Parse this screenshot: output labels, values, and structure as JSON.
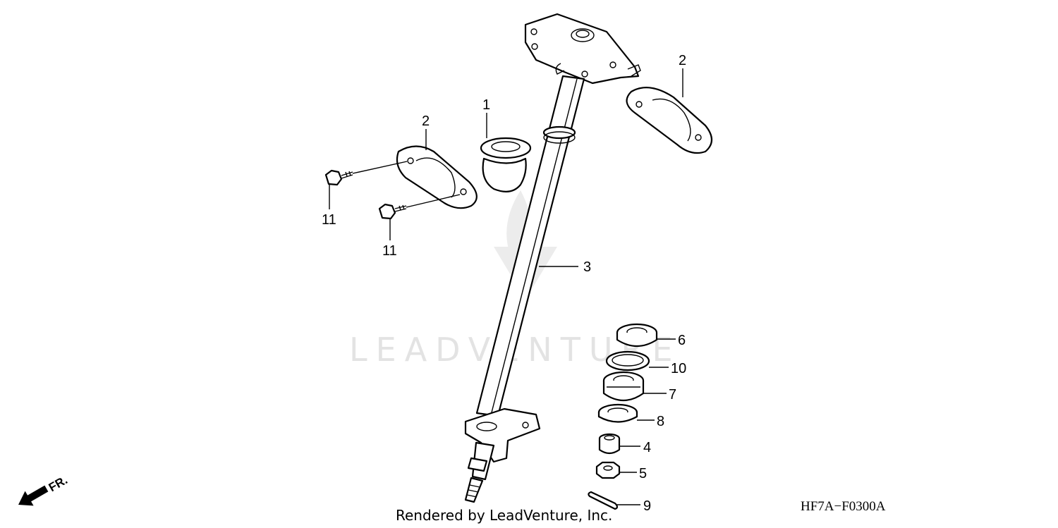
{
  "watermark": {
    "text": "LEADVENTURE"
  },
  "callouts": {
    "c1": "1",
    "c2a": "2",
    "c2b": "2",
    "c3": "3",
    "c4": "4",
    "c5": "5",
    "c6": "6",
    "c7": "7",
    "c8": "8",
    "c9": "9",
    "c10": "10",
    "c11a": "11",
    "c11b": "11"
  },
  "direction": {
    "label": "FR."
  },
  "footer": {
    "rendered_by": "Rendered by LeadVenture, Inc.",
    "diagram_code": "HF7A−F0300A"
  }
}
